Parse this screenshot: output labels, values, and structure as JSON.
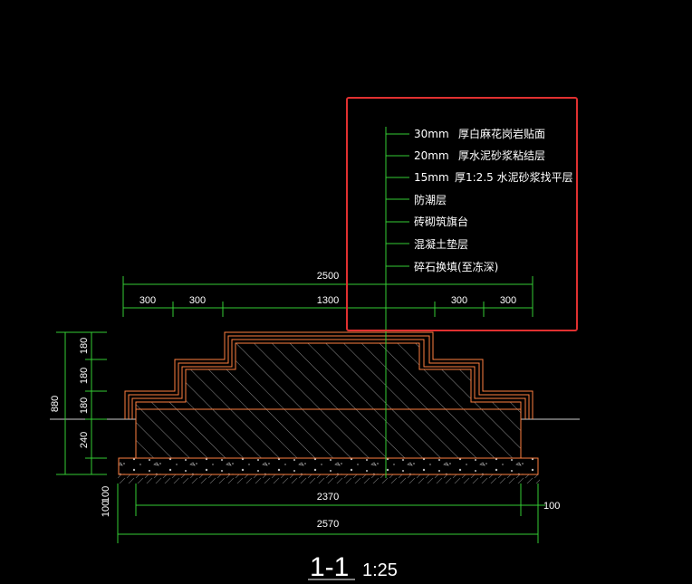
{
  "drawing": {
    "layers": [
      {
        "thickness": "30mm",
        "text": "厚白麻花岗岩贴面"
      },
      {
        "thickness": "20mm",
        "text": "厚水泥砂浆粘结层"
      },
      {
        "thickness": "15mm",
        "text": "厚1:2.5   水泥砂浆找平层"
      },
      {
        "thickness": "",
        "text": "防潮层"
      },
      {
        "thickness": "",
        "text": "砖砌筑旗台"
      },
      {
        "thickness": "",
        "text": "混凝土垫层"
      },
      {
        "thickness": "",
        "text": "碎石换填(至冻深)"
      }
    ],
    "top_dims": {
      "total": "2500",
      "segments": [
        "300",
        "300",
        "1300",
        "300",
        "300"
      ]
    },
    "left_dims": {
      "total": "880",
      "segments": [
        "180",
        "180",
        "180",
        "240"
      ],
      "bottom": [
        "100",
        "100"
      ]
    },
    "bottom_dims": {
      "inner": "2370",
      "outer": "2570",
      "right": "100"
    },
    "title": {
      "section": "1-1",
      "scale": "1:25"
    },
    "colors": {
      "dim_line": "#33cc33",
      "outline": "#ff7f3f",
      "highlight": "#e03030",
      "hatch": "#9a9a9a"
    }
  }
}
